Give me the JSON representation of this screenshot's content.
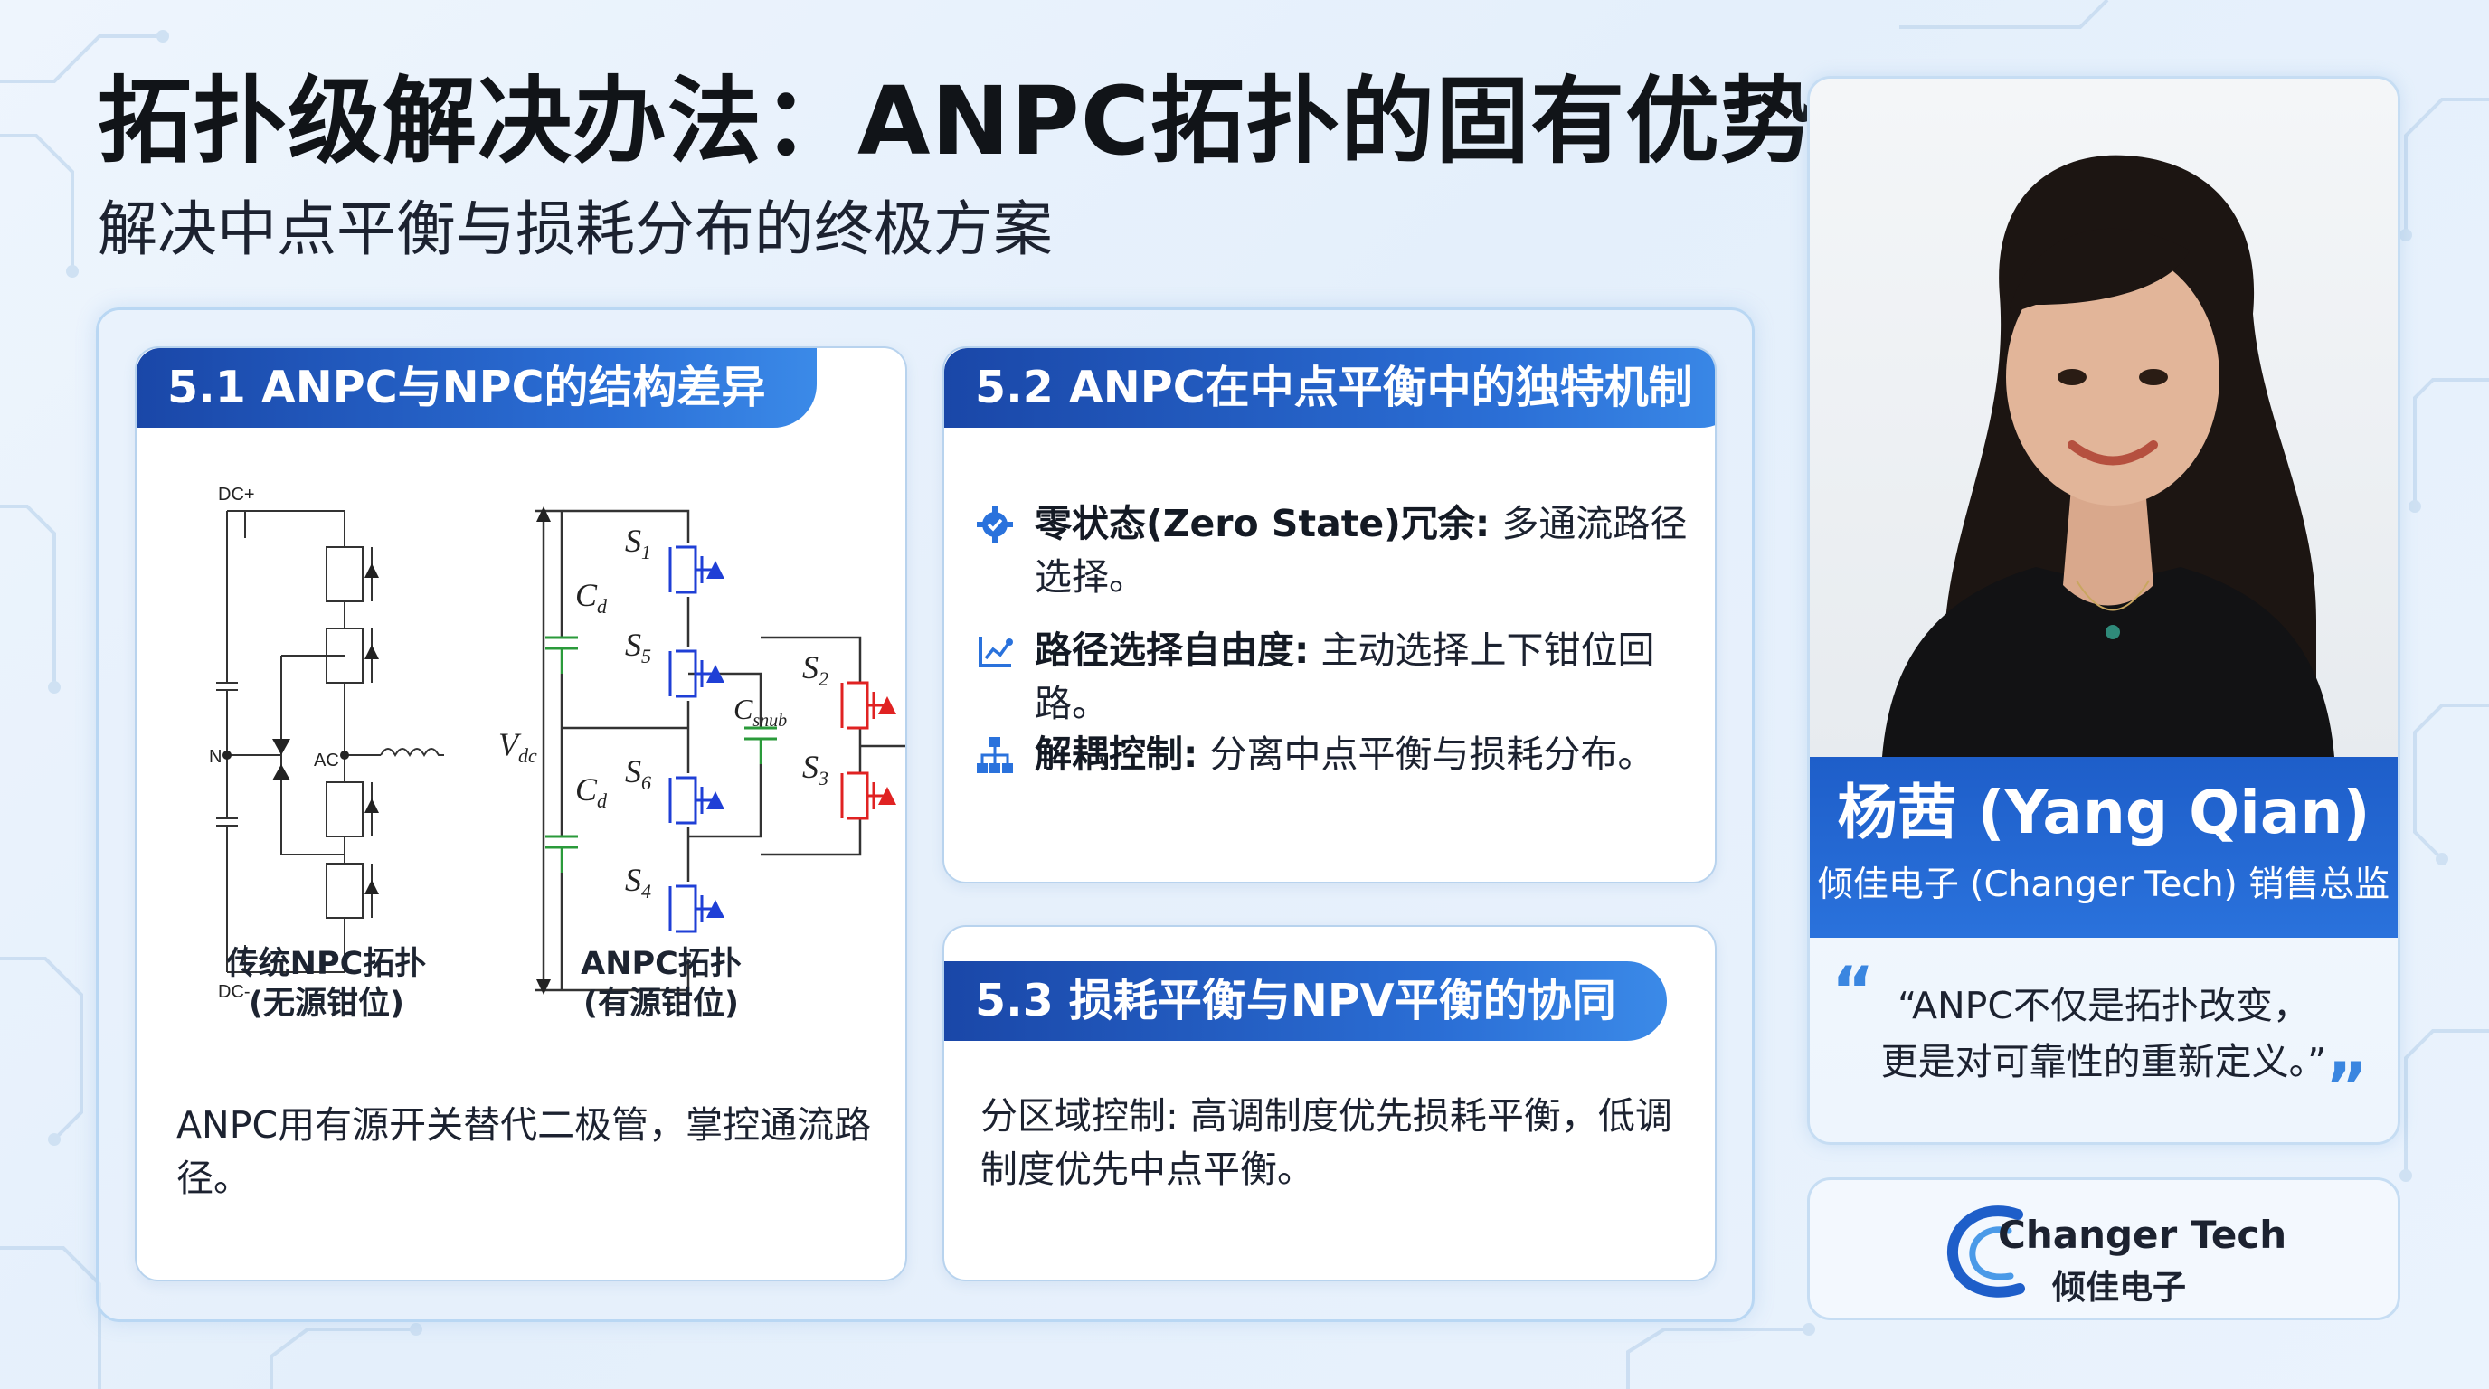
{
  "title": "拓扑级解决办法：ANPC拓扑的固有优势",
  "subtitle": "解决中点平衡与损耗分布的终极方案",
  "section_51": {
    "header": "5.1 ANPC与NPC的结构差异",
    "npc_diagram": {
      "dc_plus": "DC+",
      "dc_minus": "DC-",
      "n": "N",
      "ac": "AC",
      "label_line1": "传统NPC拓扑",
      "label_line2": "(无源钳位)"
    },
    "anpc_diagram": {
      "s1": "S",
      "s1_sub": "1",
      "s2": "S",
      "s2_sub": "2",
      "s3": "S",
      "s3_sub": "3",
      "s4": "S",
      "s4_sub": "4",
      "s5": "S",
      "s5_sub": "5",
      "s6": "S",
      "s6_sub": "6",
      "cd_top": "C",
      "cd_top_sub": "d",
      "cd_bottom": "C",
      "cd_bottom_sub": "d",
      "csnub": "C",
      "csnub_sub": "snub",
      "vdc": "V",
      "vdc_sub": "dc",
      "label_line1": "ANPC拓扑",
      "label_line2": "(有源钳位)"
    },
    "description": "ANPC用有源开关替代二极管，掌控通流路径。"
  },
  "section_52": {
    "header": "5.2 ANPC在中点平衡中的独特机制",
    "items": [
      {
        "icon": "gear-check-icon",
        "bold": "零状态(Zero State)冗余:",
        "text": " 多通流路径选择。"
      },
      {
        "icon": "path-select-icon",
        "bold": "路径选择自由度:",
        "text": " 主动选择上下钳位回路。"
      },
      {
        "icon": "hierarchy-icon",
        "bold": "解耦控制:",
        "text": " 分离中点平衡与损耗分布。"
      }
    ]
  },
  "section_53": {
    "header": "5.3 损耗平衡与NPV平衡的协同",
    "description": "分区域控制: 高调制度优先损耗平衡，低调制度优先中点平衡。"
  },
  "speaker": {
    "name": "杨茜 (Yang Qian)",
    "role": "倾佳电子 (Changer Tech) 销售总监",
    "quote_line1": "“ANPC不仅是拓扑改变，",
    "quote_line2": "更是对可靠性的重新定义。”",
    "quote_open_mark": "“",
    "quote_close_mark": "”"
  },
  "logo": {
    "en": "Changer Tech",
    "cn": "倾佳电子"
  },
  "colors": {
    "header_blue": "#1a47a8",
    "accent_blue": "#2a72dc",
    "switch_blue": "#1f3fd6",
    "switch_red": "#e02222",
    "capacitor_green": "#2a9a3a"
  }
}
